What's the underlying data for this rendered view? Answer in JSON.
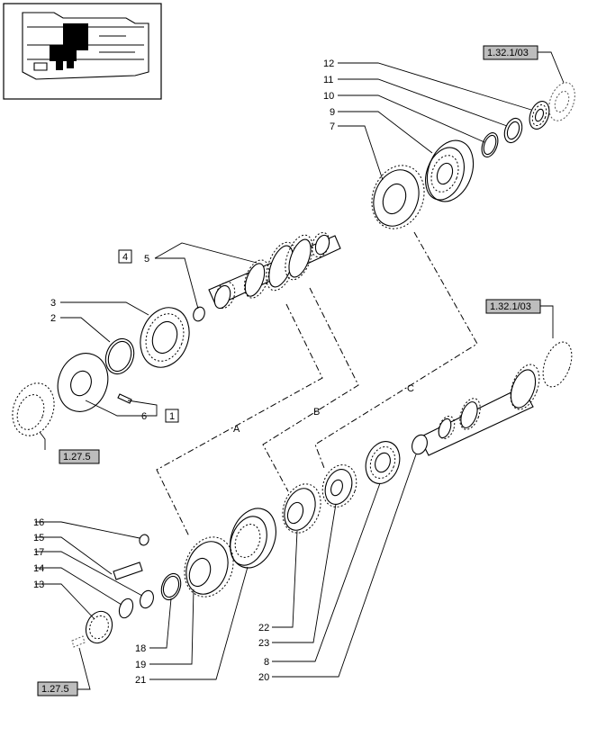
{
  "part_numbers": [
    "12",
    "11",
    "10",
    "9",
    "7",
    "4",
    "5",
    "3",
    "2",
    "6",
    "1",
    "16",
    "15",
    "17",
    "14",
    "13",
    "18",
    "19",
    "21",
    "22",
    "23",
    "8",
    "20"
  ],
  "section_letters": [
    "A",
    "B",
    "C"
  ],
  "reference_labels": [
    "1.32.1/03",
    "1.32.1/03",
    "1.27.5",
    "1.27.5"
  ]
}
